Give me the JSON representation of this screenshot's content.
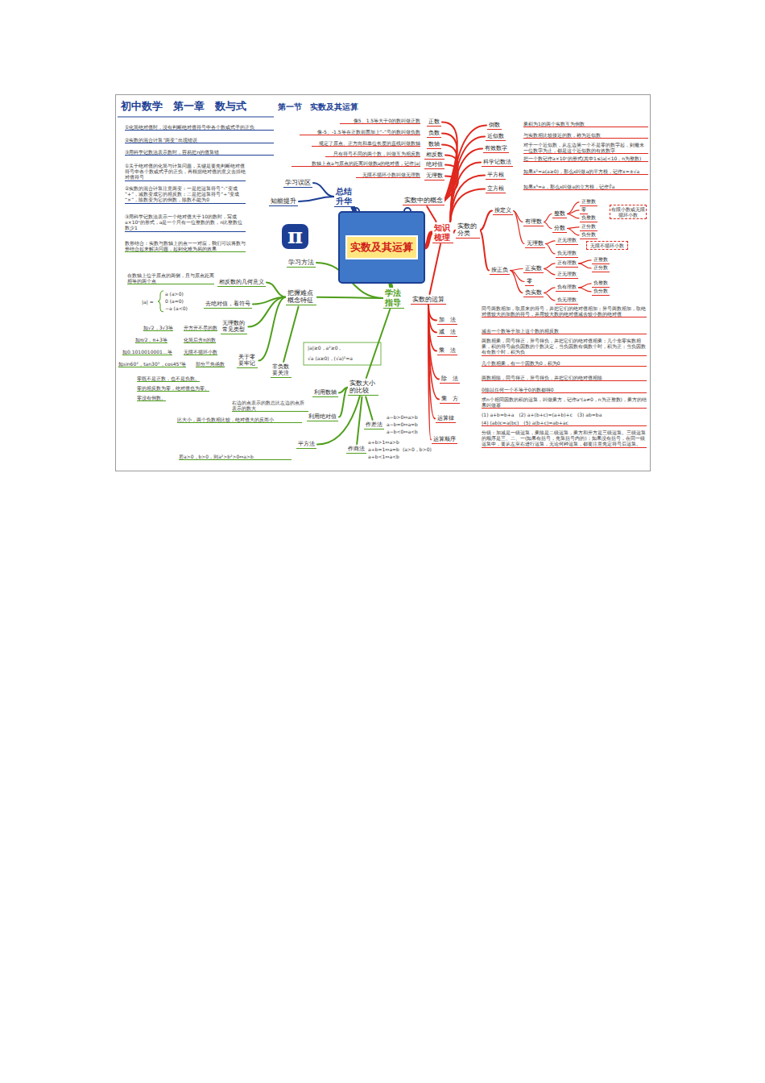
{
  "diagram": {
    "title": "初中数学　第一章　数与式",
    "nodes": [
      {
        "text": [
          "实数及其运算"
        ]
      },
      {
        "text": [
          "总结升华"
        ]
      },
      {
        "text": [
          "学习误区"
        ]
      },
      {
        "text": [
          "知能提升"
        ]
      },
      {
        "text": [
          "实数中的概念"
        ]
      },
      {
        "text": [
          "知识梳理"
        ]
      },
      {
        "text": [
          "实数的分类"
        ]
      },
      {
        "text": [
          "正数"
        ]
      },
      {
        "text": [
          "负数"
        ]
      },
      {
        "text": [
          "数轴"
        ]
      },
      {
        "text": [
          "相反数"
        ]
      },
      {
        "text": [
          "绝对值"
        ]
      },
      {
        "text": [
          "无理数"
        ]
      },
      {
        "text": [
          "倒数"
        ]
      },
      {
        "text": [
          "近似数"
        ]
      },
      {
        "text": [
          "有效数字"
        ]
      },
      {
        "text": [
          "科学记数法"
        ]
      },
      {
        "text": [
          "平方根"
        ]
      },
      {
        "text": [
          "立方根"
        ]
      },
      {
        "text": [
          "按定义"
        ]
      },
      {
        "text": [
          "有理数"
        ]
      },
      {
        "text": [
          "整数"
        ]
      },
      {
        "text": [
          "正整数"
        ]
      },
      {
        "text": [
          "零"
        ]
      },
      {
        "text": [
          "负整数"
        ]
      },
      {
        "text": [
          "分数"
        ]
      },
      {
        "text": [
          "正分数"
        ]
      },
      {
        "text": [
          "负分数"
        ]
      },
      {
        "text": [
          "无理数"
        ]
      },
      {
        "text": [
          "正无理数"
        ]
      },
      {
        "text": [
          "负无理数"
        ]
      },
      {
        "text": [
          "按正负"
        ]
      },
      {
        "text": [
          "正实数"
        ]
      },
      {
        "text": [
          "正有理数"
        ]
      },
      {
        "text": [
          "正整数"
        ]
      },
      {
        "text": [
          "正分数"
        ]
      },
      {
        "text": [
          "正无理数"
        ]
      },
      {
        "text": [
          "零"
        ]
      },
      {
        "text": [
          "负实数"
        ]
      },
      {
        "text": [
          "负有理数"
        ]
      },
      {
        "text": [
          "负整数"
        ]
      },
      {
        "text": [
          "负分数"
        ]
      },
      {
        "text": [
          "负无理数"
        ]
      },
      {
        "text": [
          "实数的运算"
        ]
      },
      {
        "text": [
          "加　法"
        ]
      },
      {
        "text": [
          "减　法"
        ]
      },
      {
        "text": [
          "乘　法"
        ]
      },
      {
        "text": [
          "除　法"
        ]
      },
      {
        "text": [
          "乘　方"
        ]
      },
      {
        "text": [
          "运算律"
        ]
      },
      {
        "text": [
          "运算顺序"
        ]
      },
      {
        "text": [
          "学法指导"
        ]
      },
      {
        "text": [
          "学习方法"
        ]
      },
      {
        "text": [
          "把握难点概念特征"
        ]
      },
      {
        "text": [
          "相反数的几何意义"
        ]
      },
      {
        "text": [
          "去绝对值，看符号"
        ]
      },
      {
        "text": [
          "无理数的常见类型"
        ]
      },
      {
        "text": [
          "关于零要牢记"
        ]
      },
      {
        "text": [
          "非负数要关注"
        ]
      },
      {
        "text": [
          "实数大小的比较"
        ]
      },
      {
        "text": [
          "利用数轴"
        ]
      },
      {
        "text": [
          "利用绝对值"
        ]
      },
      {
        "text": [
          "作差法"
        ]
      },
      {
        "text": [
          "作商法"
        ]
      },
      {
        "text": [
          "平方法"
        ]
      }
    ],
    "edges": [
      {
        "from": 0,
        "to": 1,
        "arrow": "none"
      },
      {
        "from": 1,
        "to": 2,
        "arrow": "none"
      },
      {
        "from": 1,
        "to": 3,
        "arrow": "none"
      },
      {
        "from": 0,
        "to": 5,
        "arrow": "none"
      },
      {
        "from": 5,
        "to": 4,
        "arrow": "none"
      },
      {
        "from": 4,
        "to": 7,
        "arrow": "none"
      },
      {
        "from": 4,
        "to": 8,
        "arrow": "none"
      },
      {
        "from": 4,
        "to": 9,
        "arrow": "none"
      },
      {
        "from": 4,
        "to": 10,
        "arrow": "none"
      },
      {
        "from": 4,
        "to": 11,
        "arrow": "none"
      },
      {
        "from": 4,
        "to": 12,
        "arrow": "none"
      },
      {
        "from": 5,
        "to": 13,
        "arrow": "none"
      },
      {
        "from": 5,
        "to": 14,
        "arrow": "none"
      },
      {
        "from": 5,
        "to": 15,
        "arrow": "none"
      },
      {
        "from": 5,
        "to": 16,
        "arrow": "none"
      },
      {
        "from": 5,
        "to": 17,
        "arrow": "none"
      },
      {
        "from": 5,
        "to": 18,
        "arrow": "none"
      },
      {
        "from": 5,
        "to": 6,
        "arrow": "none"
      },
      {
        "from": 6,
        "to": 19,
        "arrow": "none"
      },
      {
        "from": 19,
        "to": 20,
        "arrow": "none"
      },
      {
        "from": 20,
        "to": 21,
        "arrow": "none"
      },
      {
        "from": 21,
        "to": 22,
        "arrow": "none"
      },
      {
        "from": 21,
        "to": 23,
        "arrow": "none"
      },
      {
        "from": 21,
        "to": 24,
        "arrow": "none"
      },
      {
        "from": 20,
        "to": 25,
        "arrow": "none"
      },
      {
        "from": 25,
        "to": 26,
        "arrow": "none"
      },
      {
        "from": 25,
        "to": 27,
        "arrow": "none"
      },
      {
        "from": 19,
        "to": 28,
        "arrow": "none"
      },
      {
        "from": 28,
        "to": 29,
        "arrow": "none"
      },
      {
        "from": 28,
        "to": 30,
        "arrow": "none"
      },
      {
        "from": 6,
        "to": 31,
        "arrow": "none"
      },
      {
        "from": 31,
        "to": 32,
        "arrow": "none"
      },
      {
        "from": 32,
        "to": 33,
        "arrow": "none"
      },
      {
        "from": 33,
        "to": 34,
        "arrow": "none"
      },
      {
        "from": 33,
        "to": 35,
        "arrow": "none"
      },
      {
        "from": 32,
        "to": 36,
        "arrow": "none"
      },
      {
        "from": 31,
        "to": 37,
        "arrow": "none"
      },
      {
        "from": 31,
        "to": 38,
        "arrow": "none"
      },
      {
        "from": 38,
        "to": 39,
        "arrow": "none"
      },
      {
        "from": 39,
        "to": 40,
        "arrow": "none"
      },
      {
        "from": 39,
        "to": 41,
        "arrow": "none"
      },
      {
        "from": 38,
        "to": 42,
        "arrow": "none"
      },
      {
        "from": 5,
        "to": 43,
        "arrow": "none"
      },
      {
        "from": 43,
        "to": 44,
        "arrow": "none"
      },
      {
        "from": 43,
        "to": 45,
        "arrow": "none"
      },
      {
        "from": 43,
        "to": 46,
        "arrow": "none"
      },
      {
        "from": 43,
        "to": 47,
        "arrow": "none"
      },
      {
        "from": 43,
        "to": 48,
        "arrow": "none"
      },
      {
        "from": 43,
        "to": 49,
        "arrow": "none"
      },
      {
        "from": 43,
        "to": 50,
        "arrow": "none"
      },
      {
        "from": 0,
        "to": 51,
        "arrow": "none"
      },
      {
        "from": 51,
        "to": 52,
        "arrow": "none"
      },
      {
        "from": 51,
        "to": 53,
        "arrow": "none"
      },
      {
        "from": 53,
        "to": 54,
        "arrow": "none"
      },
      {
        "from": 53,
        "to": 55,
        "arrow": "none"
      },
      {
        "from": 53,
        "to": 56,
        "arrow": "none"
      },
      {
        "from": 53,
        "to": 57,
        "arrow": "none"
      },
      {
        "from": 53,
        "to": 58,
        "arrow": "none"
      },
      {
        "from": 51,
        "to": 59,
        "arrow": "none"
      },
      {
        "from": 59,
        "to": 60,
        "arrow": "none"
      },
      {
        "from": 59,
        "to": 61,
        "arrow": "none"
      },
      {
        "from": 59,
        "to": 62,
        "arrow": "none"
      },
      {
        "from": 59,
        "to": 63,
        "arrow": "none"
      },
      {
        "from": 59,
        "to": 64,
        "arrow": "none"
      }
    ],
    "labels": [
      "第一节　实数及其运算",
      "像5、1.5等大于0的数叫做正数",
      "像-5、-1.5等在正数前面加上“-”号的数叫做负数",
      "规定了原点、正方向和单位长度的直线叫做数轴",
      "只有符号不同的两个数，叫做互为相反数",
      "数轴上点a与原点的距离叫做数a的绝对值，记作|a|",
      "无限不循环小数叫做无理数",
      "乘积为1的两个实数互为倒数",
      "与实数相比较接近的数，称为近似数",
      "对于一个近似数，从左边第一个不是零的数字起，到最末一位数字为止，都是这个近似数的有效数字",
      "把一个数记作a×10ⁿ的形式(其中1≤|a|<10，n为整数)",
      "如果x²=a(a≥0)，那么x叫做a的平方根，记作x=±√a",
      "如果x³=a，那么x叫做a的立方根，记作∛a",
      "有限小数或无限循环小数",
      "无限不循环小数",
      "同号两数相加，取原来的符号，并把它们的绝对值相加；异号两数相加，取绝对值较大的加数的符号，并用较大数的绝对值减去较小数的绝对值",
      "减去一个数等于加上这个数的相反数",
      "两数相乘，同号得正，异号得负，并把它们的绝对值相乘；几个非零实数相乘，积的符号由负因数的个数决定，当负因数有偶数个时，积为正；当负因数有奇数个时，积为负",
      "几个数相乘，有一个因数为0，积为0",
      "两数相除，同号得正，异号得负，并把它们的绝对值相除",
      "0除以任何一个不等于0的数都得0",
      "求n个相同因数的积的运算，叫做乘方，记作aⁿ(a≠0，n为正整数)，乘方的结果叫做幂",
      "(1) a+b=b+a　(2) a+(b+c)=(a+b)+c　(3) ab=ba",
      "(4) (ab)c=a(bc)　(5) a(b+c)=ab+ac",
      "分级：加减是一级运算，乘除是二级运算，乘方和开方是三级运算。三级运算的顺序是三、二、一(如果有括号，先算括号内的)；如果没有括号，在同一级运算中，要从左至右进行运算，无论何种运算，都要注意先定符号后运算。",
      "①化简绝对值时，没有判断绝对值符号中各个数或式子的正负",
      "②实数的混合计算“两变”出现错误",
      "③用科学记数法表示数时，容易把n的值算错",
      "①关于绝对值的化简与计算问题，关键是要先判断绝对值符号中各个数或式子的正负，再根据绝对值的意义去掉绝对值符号",
      "②实数的混合计算注意两变：一是把运算符号“-”变成“+”，减数变成它的相反数；二是把运算符号“÷”变成“×”，除数变为它的倒数，除数不能为0",
      "③用科学记数法表示一个绝对值大于10的数时，写成a×10ⁿ的形式，a是一个只有一位整数的数，n比整数位数少1",
      "π",
      "数形结合：实数与数轴上的点一一对应，我们可以将数与形结合起来解决问题，起到化难为易的效果",
      "在数轴上位于原点的两侧，且与原点距离相等的两个点",
      "|a| =",
      "a (a>0)",
      "0 (a=0)",
      "−a (a<0)",
      "如√2，3√3等",
      "开方开不尽的数",
      "如π/2，π+3等",
      "化简后含π的数",
      "如0.1010010001…等",
      "无限不循环小数",
      "如sin60°，tan30°，cos45°等",
      "部分三角函数",
      "零既不是正数，也不是负数。",
      "零的相反数为零，绝对值也为零。",
      "零没有倒数。",
      "|a|≥0，a²≥0，",
      "√a (a≥0)，(√a)²=a",
      "右边的点表示的数总比左边的点所表示的数大",
      "比大小，两个负数相比较，绝对值大的反而小",
      "a−b>0⇔a>b",
      "a−b=0⇔a=b",
      "a−b<0⇔a<b",
      "a÷b>1⇔a>b",
      "a÷b=1⇔a=b",
      "a÷b<1⇔a<b",
      "(a>0，b>0)",
      "若a>0，b>0，则a²>b²>0⇔a>b"
    ]
  }
}
